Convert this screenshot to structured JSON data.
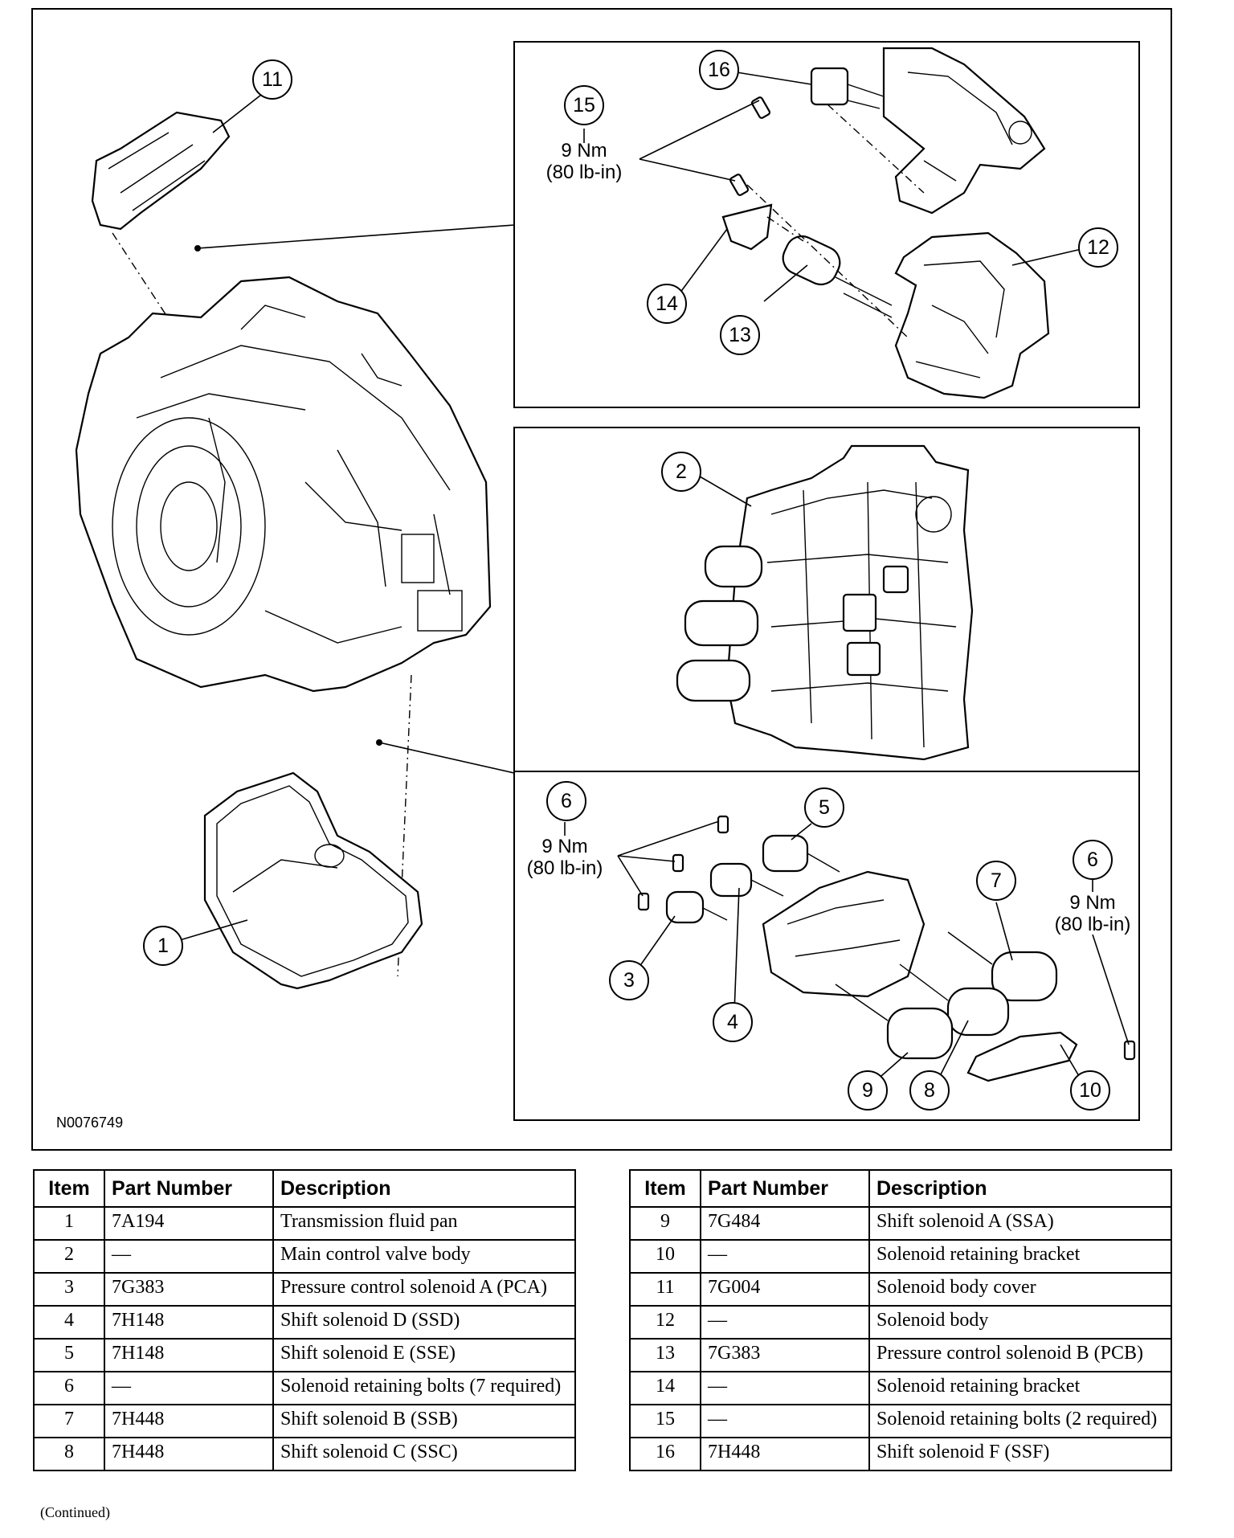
{
  "figure": {
    "id_label": "N0076749",
    "torque_labels": {
      "bolts_15": [
        "9 Nm",
        "(80 lb-in)"
      ],
      "bolts_6_left": [
        "9 Nm",
        "(80 lb-in)"
      ],
      "bolts_6_right": [
        "9 Nm",
        "(80 lb-in)"
      ]
    },
    "callouts": {
      "c1": "1",
      "c2": "2",
      "c3": "3",
      "c4": "4",
      "c5": "5",
      "c6a": "6",
      "c6b": "6",
      "c7": "7",
      "c8": "8",
      "c9": "9",
      "c10": "10",
      "c11": "11",
      "c12": "12",
      "c13": "13",
      "c14": "14",
      "c15": "15",
      "c16": "16"
    }
  },
  "table_headers": [
    "Item",
    "Part Number",
    "Description"
  ],
  "table_left": [
    {
      "item": "1",
      "part": "7A194",
      "desc": "Transmission fluid pan"
    },
    {
      "item": "2",
      "part": "—",
      "desc": "Main control valve body"
    },
    {
      "item": "3",
      "part": "7G383",
      "desc": "Pressure control solenoid A (PCA)"
    },
    {
      "item": "4",
      "part": "7H148",
      "desc": "Shift solenoid D (SSD)"
    },
    {
      "item": "5",
      "part": "7H148",
      "desc": "Shift solenoid E (SSE)"
    },
    {
      "item": "6",
      "part": "—",
      "desc": "Solenoid retaining bolts (7 required)"
    },
    {
      "item": "7",
      "part": "7H448",
      "desc": "Shift solenoid B (SSB)"
    },
    {
      "item": "8",
      "part": "7H448",
      "desc": "Shift solenoid C (SSC)"
    }
  ],
  "table_right": [
    {
      "item": "9",
      "part": "7G484",
      "desc": "Shift solenoid A (SSA)"
    },
    {
      "item": "10",
      "part": "—",
      "desc": "Solenoid retaining bracket"
    },
    {
      "item": "11",
      "part": "7G004",
      "desc": "Solenoid body cover"
    },
    {
      "item": "12",
      "part": "—",
      "desc": "Solenoid body"
    },
    {
      "item": "13",
      "part": "7G383",
      "desc": "Pressure control solenoid B (PCB)"
    },
    {
      "item": "14",
      "part": "—",
      "desc": "Solenoid retaining bracket"
    },
    {
      "item": "15",
      "part": "—",
      "desc": "Solenoid retaining bolts (2 required)"
    },
    {
      "item": "16",
      "part": "7H448",
      "desc": "Shift solenoid F (SSF)"
    }
  ],
  "footer": {
    "continued": "(Continued)"
  }
}
